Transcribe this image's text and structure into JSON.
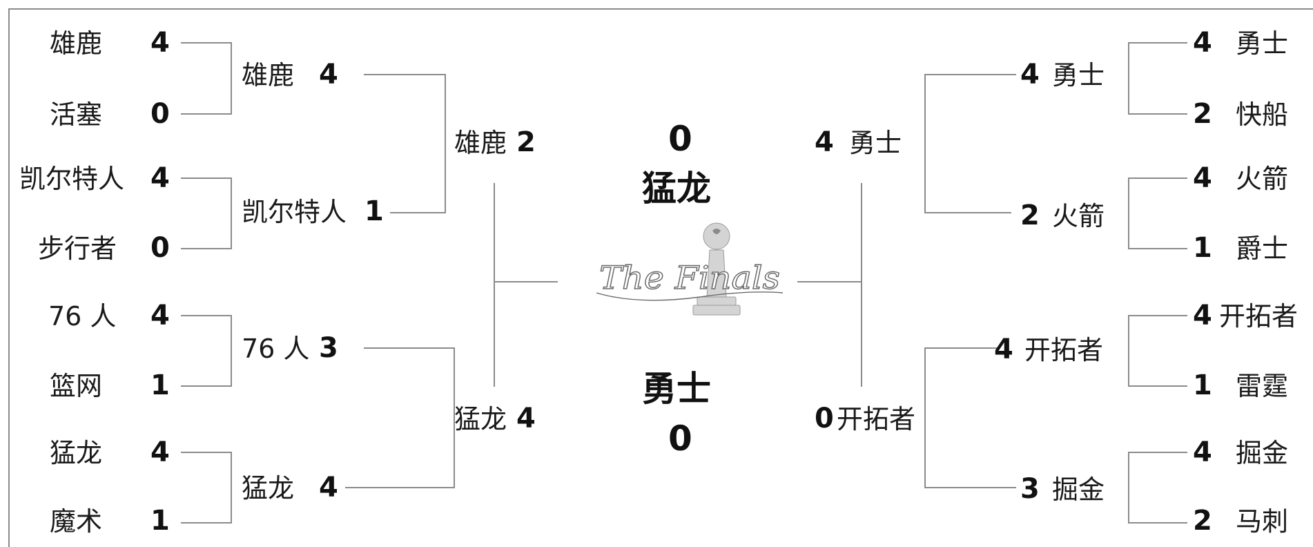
{
  "west": {
    "r1": [
      {
        "team": "雄鹿",
        "score": "4"
      },
      {
        "team": "活塞",
        "score": "0"
      },
      {
        "team": "凯尔特人",
        "score": "4"
      },
      {
        "team": "步行者",
        "score": "0"
      },
      {
        "team": "76 人",
        "score": "4"
      },
      {
        "team": "篮网",
        "score": "1"
      },
      {
        "team": "猛龙",
        "score": "4"
      },
      {
        "team": "魔术",
        "score": "1"
      }
    ],
    "r2": [
      {
        "team": "雄鹿",
        "score": "4"
      },
      {
        "team": "凯尔特人",
        "score": "1"
      },
      {
        "team": "76 人",
        "score": "3"
      },
      {
        "team": "猛龙",
        "score": "4"
      }
    ],
    "r3": [
      {
        "team": "雄鹿",
        "score": "2"
      },
      {
        "team": "猛龙",
        "score": "4"
      }
    ]
  },
  "east": {
    "r1": [
      {
        "team": "勇士",
        "score": "4"
      },
      {
        "team": "快船",
        "score": "2"
      },
      {
        "team": "火箭",
        "score": "4"
      },
      {
        "team": "爵士",
        "score": "1"
      },
      {
        "team": "开拓者",
        "score": "4"
      },
      {
        "team": "雷霆",
        "score": "1"
      },
      {
        "team": "掘金",
        "score": "4"
      },
      {
        "team": "马刺",
        "score": "2"
      }
    ],
    "r2": [
      {
        "team": "勇士",
        "score": "4"
      },
      {
        "team": "火箭",
        "score": "2"
      },
      {
        "team": "开拓者",
        "score": "4"
      },
      {
        "team": "掘金",
        "score": "3"
      }
    ],
    "r3": [
      {
        "team": "勇士",
        "score": "4"
      },
      {
        "team": "开拓者",
        "score": "0"
      }
    ]
  },
  "finals": {
    "top": {
      "team": "猛龙",
      "score": "0"
    },
    "bottom": {
      "team": "勇士",
      "score": "0"
    },
    "logo_text": "The Finals"
  },
  "colors": {
    "line": "#8a8a8a",
    "text": "#111111",
    "logo": "#7a7a7a"
  }
}
